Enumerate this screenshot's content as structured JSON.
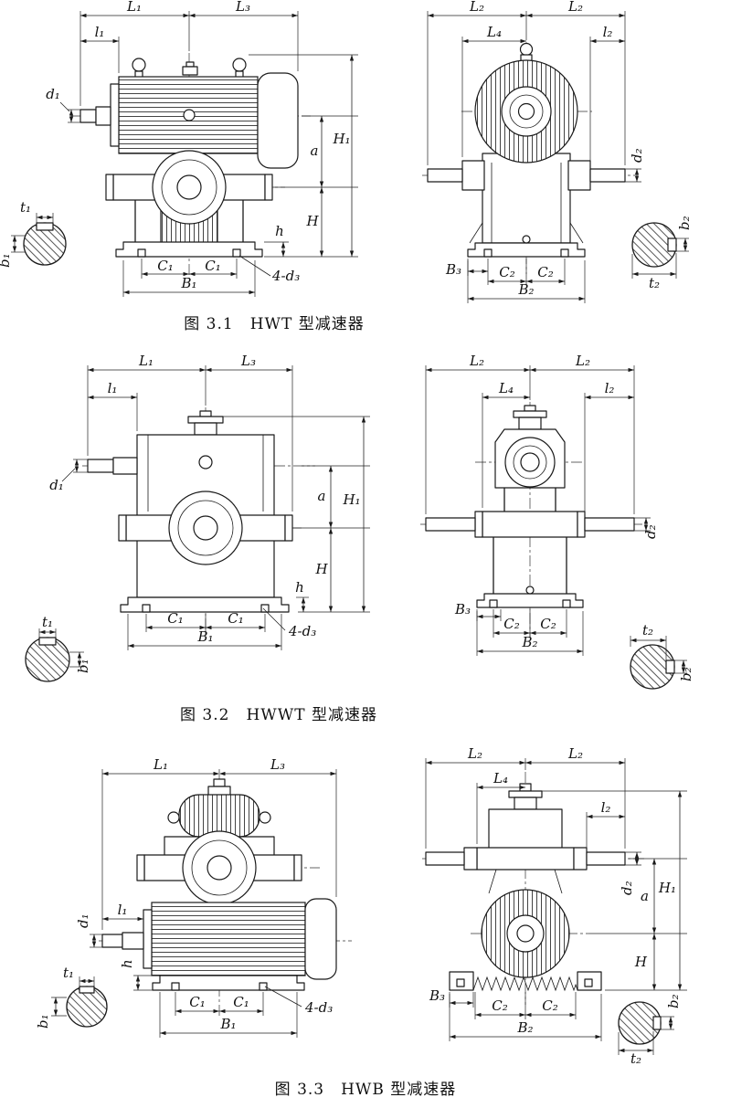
{
  "page": {
    "background": "#ffffff",
    "ink": "#1a1a1a"
  },
  "labels": {
    "L1": "L₁",
    "L2": "L₂",
    "L3": "L₃",
    "L4": "L₄",
    "l1": "l₁",
    "l2": "l₂",
    "d1": "d₁",
    "d2": "d₂",
    "d3": "4-d₃",
    "a": "a",
    "H": "H",
    "H1": "H₁",
    "h": "h",
    "B1": "B₁",
    "B2": "B₂",
    "B3": "B₃",
    "C1": "C₁",
    "C2": "C₂",
    "t1": "t₁",
    "t2": "t₂",
    "b1": "b₁",
    "b2": "b₂"
  },
  "figures": {
    "f1": {
      "caption": "图 3.1　HWT 型减速器"
    },
    "f2": {
      "caption": "图 3.2　HWWT 型减速器"
    },
    "f3": {
      "caption": "图 3.3　HWB 型减速器"
    }
  }
}
